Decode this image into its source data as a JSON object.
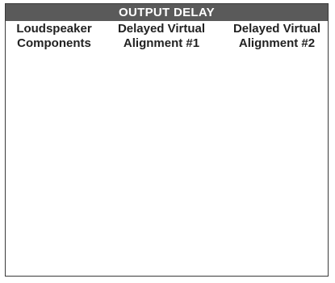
{
  "title": "OUTPUT DELAY",
  "columns": [
    {
      "line1": "Loudspeaker",
      "line2": "Components"
    },
    {
      "line1": "Delayed Virtual",
      "line2": "Alignment #1"
    },
    {
      "line1": "Delayed Virtual",
      "line2": "Alignment #2"
    }
  ],
  "colors": {
    "title_bg": "#5a5a5a",
    "title_text": "#ffffff",
    "speaker_fill": "#c8c8c8",
    "speaker_stroke": "#a8a8a8",
    "line": "#111111"
  },
  "icons": [
    "tweeter-speaker-icon",
    "midrange-speaker-icon",
    "woofer-speaker-icon",
    "delay-arrow-icon"
  ]
}
